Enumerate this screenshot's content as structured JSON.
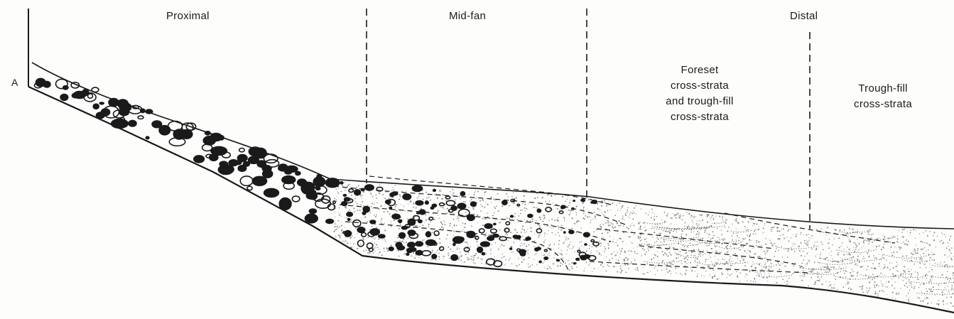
{
  "labels": {
    "zone_proximal": "Proximal",
    "zone_midfan": "Mid-fan",
    "zone_distal": "Distal",
    "point_a": "A",
    "foreset": [
      "Foreset",
      "cross-strata",
      "and trough-fill",
      "cross-strata"
    ],
    "troughfill": [
      "Trough-fill",
      "cross-strata"
    ]
  },
  "colors": {
    "ink": "#1a1a1a",
    "paper": "#fdfdfc",
    "stipple": "#8a8a8a"
  }
}
